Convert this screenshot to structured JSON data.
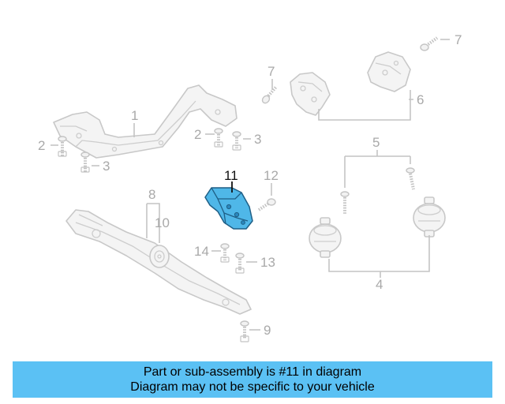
{
  "diagram": {
    "callouts": {
      "c1": "1",
      "c2a": "2",
      "c2b": "2",
      "c3a": "3",
      "c3b": "3",
      "c4": "4",
      "c5": "5",
      "c6": "6",
      "c7a": "7",
      "c7b": "7",
      "c8": "8",
      "c9": "9",
      "c10": "10",
      "c11": "11",
      "c12": "12",
      "c13": "13",
      "c14": "14"
    },
    "highlighted_part": "11",
    "colors": {
      "highlight": "#4fb7e8",
      "highlight_outline": "#1f5f86",
      "ghost_line": "#c8c8c8",
      "banner": "#5bc1f4"
    }
  },
  "banner": {
    "line1": "Part or sub-assembly is #11 in diagram",
    "line2": "Diagram may not be specific to your vehicle"
  }
}
